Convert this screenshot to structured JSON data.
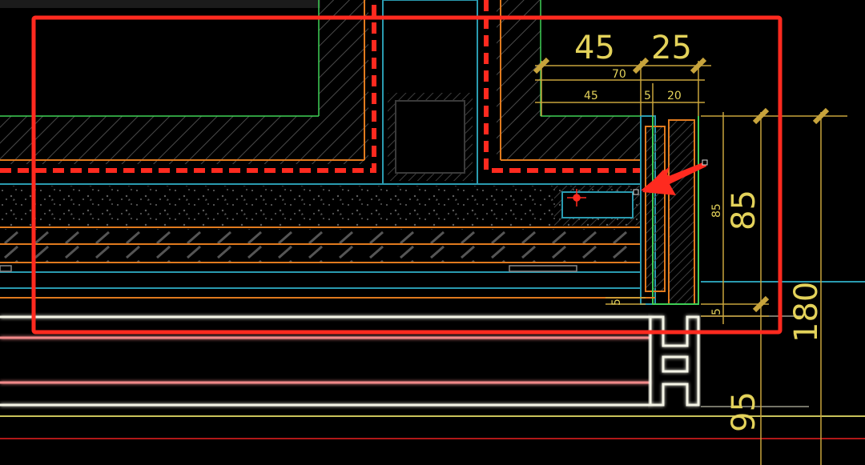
{
  "viewport": {
    "background": "#000000",
    "colors": {
      "annotation_red": "#ff2a1f",
      "dimension_yellow": "#e3d25a",
      "orange_line": "#e07a1e",
      "green_line": "#3fcf55",
      "cyan_line": "#2a9bb0",
      "white_line": "#f4f4e6",
      "pink_line": "#f08a8a",
      "dark_red_line": "#b01818"
    }
  },
  "dimensions": {
    "top_45_large": "45",
    "top_25_large": "25",
    "overall_70": "70",
    "sub_45": "45",
    "sub_5": "5",
    "sub_20": "20",
    "right_85_small": "85",
    "right_85_large": "85",
    "right_180": "180",
    "right_95": "95",
    "bottom_left_5": "5",
    "bottom_right_5": "5"
  },
  "annotations": {
    "highlight_box": "red-rectangle",
    "pointer": "red-arrow",
    "cursor": "crosshair-cursor"
  }
}
